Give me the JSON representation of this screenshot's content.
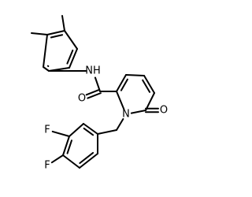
{
  "molecule": {
    "atoms": [
      {
        "id": "me1",
        "element": "C"
      },
      {
        "id": "me2",
        "element": "C"
      },
      {
        "id": "a1",
        "element": "C"
      },
      {
        "id": "a2",
        "element": "C"
      },
      {
        "id": "a3",
        "element": "C"
      },
      {
        "id": "a4",
        "element": "C"
      },
      {
        "id": "a5",
        "element": "C"
      },
      {
        "id": "a6",
        "element": "C"
      },
      {
        "id": "nh",
        "element": "N",
        "label": "NH"
      },
      {
        "id": "co",
        "element": "C"
      },
      {
        "id": "o1",
        "element": "O",
        "label": "O"
      },
      {
        "id": "p1",
        "element": "C"
      },
      {
        "id": "p2",
        "element": "C"
      },
      {
        "id": "p3",
        "element": "C"
      },
      {
        "id": "p4",
        "element": "C"
      },
      {
        "id": "n1",
        "element": "N",
        "label": "N"
      },
      {
        "id": "p6",
        "element": "C"
      },
      {
        "id": "o2",
        "element": "O",
        "label": "O"
      },
      {
        "id": "ch2",
        "element": "C"
      },
      {
        "id": "b1",
        "element": "C"
      },
      {
        "id": "b2",
        "element": "C"
      },
      {
        "id": "b3",
        "element": "C"
      },
      {
        "id": "b4",
        "element": "C"
      },
      {
        "id": "b5",
        "element": "C"
      },
      {
        "id": "b6",
        "element": "C"
      },
      {
        "id": "f1",
        "element": "F",
        "label": "F"
      },
      {
        "id": "f2",
        "element": "F",
        "label": "F"
      }
    ],
    "bonds": [
      {
        "a": "me1",
        "b": "a2",
        "order": 1
      },
      {
        "a": "me2",
        "b": "a3",
        "order": 1
      },
      {
        "a": "a1",
        "b": "a2",
        "order": 1
      },
      {
        "a": "a2",
        "b": "a3",
        "order": 2
      },
      {
        "a": "a3",
        "b": "a4",
        "order": 1
      },
      {
        "a": "a4",
        "b": "a5",
        "order": 2
      },
      {
        "a": "a5",
        "b": "a6",
        "order": 1
      },
      {
        "a": "a6",
        "b": "a1",
        "order": 2
      },
      {
        "a": "a6",
        "b": "nh",
        "order": 1
      },
      {
        "a": "nh",
        "b": "co",
        "order": 1
      },
      {
        "a": "co",
        "b": "o1",
        "order": 2
      },
      {
        "a": "co",
        "b": "p1",
        "order": 1
      },
      {
        "a": "p1",
        "b": "p2",
        "order": 2
      },
      {
        "a": "p2",
        "b": "p3",
        "order": 1
      },
      {
        "a": "p3",
        "b": "p4",
        "order": 2
      },
      {
        "a": "p4",
        "b": "p6",
        "order": 1
      },
      {
        "a": "p6",
        "b": "n1",
        "order": 1
      },
      {
        "a": "n1",
        "b": "p1",
        "order": 1
      },
      {
        "a": "p6",
        "b": "o2",
        "order": 2
      },
      {
        "a": "n1",
        "b": "ch2",
        "order": 1
      },
      {
        "a": "ch2",
        "b": "b1",
        "order": 1
      },
      {
        "a": "b1",
        "b": "b2",
        "order": 2
      },
      {
        "a": "b2",
        "b": "b3",
        "order": 1
      },
      {
        "a": "b3",
        "b": "b4",
        "order": 2
      },
      {
        "a": "b4",
        "b": "b5",
        "order": 1
      },
      {
        "a": "b5",
        "b": "b6",
        "order": 2
      },
      {
        "a": "b6",
        "b": "b1",
        "order": 1
      },
      {
        "a": "b3",
        "b": "f1",
        "order": 1
      },
      {
        "a": "b4",
        "b": "f2",
        "order": 1
      }
    ]
  },
  "colors": {
    "bond": "#000000",
    "N": "#000000",
    "O": "#000000",
    "F": "#000000"
  }
}
